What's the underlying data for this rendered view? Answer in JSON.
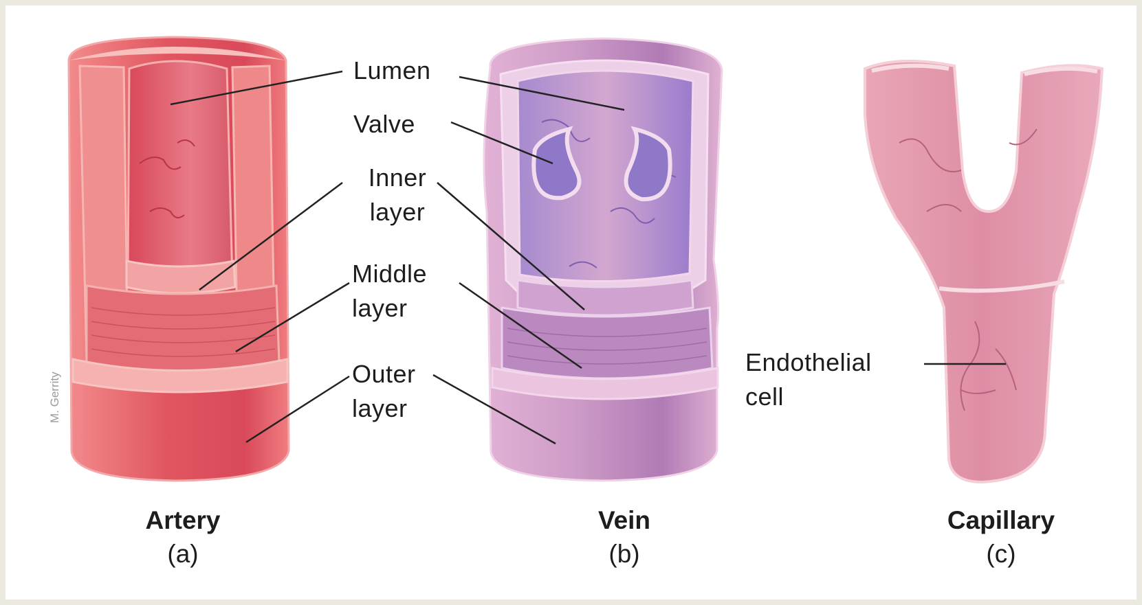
{
  "labels": {
    "lumen": "Lumen",
    "valve": "Valve",
    "inner_1": "Inner",
    "inner_2": "layer",
    "middle_1": "Middle",
    "middle_2": "layer",
    "outer_1": "Outer",
    "outer_2": "layer",
    "endothelial_1": "Endothelial",
    "endothelial_2": "cell"
  },
  "vessels": [
    {
      "title": "Artery",
      "letter": "(a)",
      "color": "#e0646a"
    },
    {
      "title": "Vein",
      "letter": "(b)",
      "color": "#c493c3"
    },
    {
      "title": "Capillary",
      "letter": "(c)",
      "color": "#e39aae"
    }
  ],
  "credit": "M. Gerrity"
}
